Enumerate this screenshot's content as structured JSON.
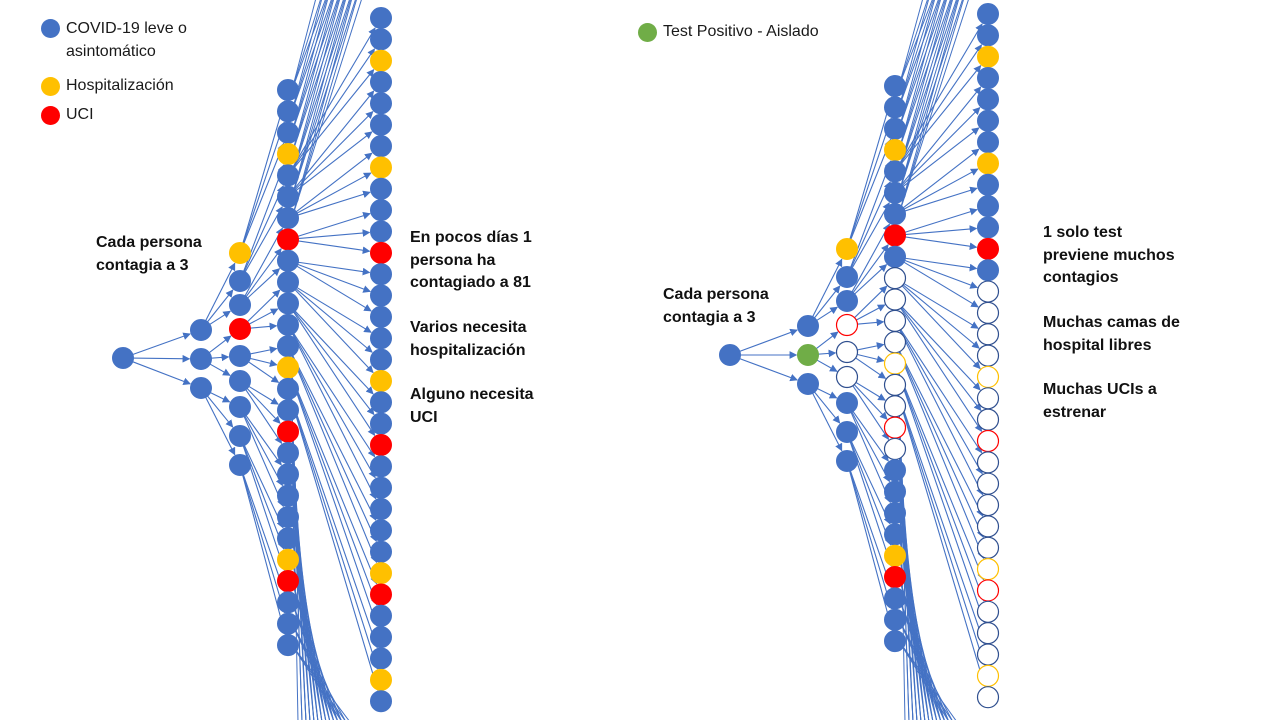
{
  "colors": {
    "blue": "#4472C4",
    "yellow": "#FFC000",
    "red": "#FF0000",
    "green": "#70AD47",
    "edge": "#4472C4",
    "hollow_stroke": "#2F4F8F"
  },
  "left_panel": {
    "legend": [
      {
        "label": "COVID-19 leve o\nasintomático",
        "color": "blue",
        "icon": "blue-dot-icon"
      },
      {
        "label": "Hospitalización",
        "color": "yellow",
        "icon": "yellow-dot-icon"
      },
      {
        "label": "UCI",
        "color": "red",
        "icon": "red-dot-icon"
      }
    ],
    "note_spread": "Cada persona\ncontagia a 3",
    "notes_right": [
      "En pocos días 1\npersona ha\ncontagiado a 81",
      "Varios necesita\nhospitalización",
      "Alguno necesita\nUCI"
    ],
    "tree": {
      "root": "blue",
      "level2": [
        "blue",
        "blue",
        "blue"
      ],
      "level3": [
        "yellow",
        "blue",
        "blue",
        "red",
        "blue",
        "blue",
        "blue",
        "blue",
        "blue"
      ],
      "level4": [
        "blue",
        "blue",
        "blue",
        "yellow",
        "blue",
        "blue",
        "blue",
        "red",
        "blue",
        "blue",
        "blue",
        "blue",
        "blue",
        "yellow",
        "blue",
        "blue",
        "red",
        "blue",
        "blue",
        "blue",
        "blue",
        "blue",
        "yellow",
        "red",
        "blue",
        "blue",
        "blue"
      ],
      "level5": [
        "blue",
        "blue",
        "yellow",
        "blue",
        "blue",
        "blue",
        "blue",
        "yellow",
        "blue",
        "blue",
        "blue",
        "red",
        "blue",
        "blue",
        "blue",
        "blue",
        "blue",
        "yellow",
        "blue",
        "blue",
        "red",
        "blue",
        "blue",
        "blue",
        "blue",
        "blue",
        "yellow",
        "red",
        "blue",
        "blue",
        "blue",
        "yellow",
        "blue"
      ]
    }
  },
  "right_panel": {
    "legend": [
      {
        "label": "Test Positivo - Aislado",
        "color": "green",
        "icon": "green-dot-icon"
      }
    ],
    "note_spread": "Cada persona\ncontagia a 3",
    "notes_right": [
      "1 solo test\npreviene muchos\ncontagios",
      "Muchas camas de\nhospital libres",
      "Muchas UCIs a\nestrenar"
    ],
    "tree": {
      "root": "blue",
      "level2": [
        "blue",
        "green",
        "blue"
      ],
      "level3": [
        "yellow",
        "blue",
        "blue",
        "hollow-red",
        "hollow",
        "hollow",
        "blue",
        "blue",
        "blue"
      ],
      "level4": [
        "blue",
        "blue",
        "blue",
        "yellow",
        "blue",
        "blue",
        "blue",
        "red",
        "blue",
        "hollow",
        "hollow",
        "hollow",
        "hollow",
        "hollow-yellow",
        "hollow",
        "hollow",
        "hollow-red",
        "hollow",
        "blue",
        "blue",
        "blue",
        "blue",
        "yellow",
        "red",
        "blue",
        "blue",
        "blue"
      ],
      "level5": [
        "blue",
        "blue",
        "yellow",
        "blue",
        "blue",
        "blue",
        "blue",
        "yellow",
        "blue",
        "blue",
        "blue",
        "red",
        "blue",
        "hollow",
        "hollow",
        "hollow",
        "hollow",
        "hollow-yellow",
        "hollow",
        "hollow",
        "hollow-red",
        "hollow",
        "hollow",
        "hollow",
        "hollow",
        "hollow",
        "hollow-yellow",
        "hollow-red",
        "hollow",
        "hollow",
        "hollow",
        "hollow-yellow",
        "hollow"
      ]
    }
  }
}
